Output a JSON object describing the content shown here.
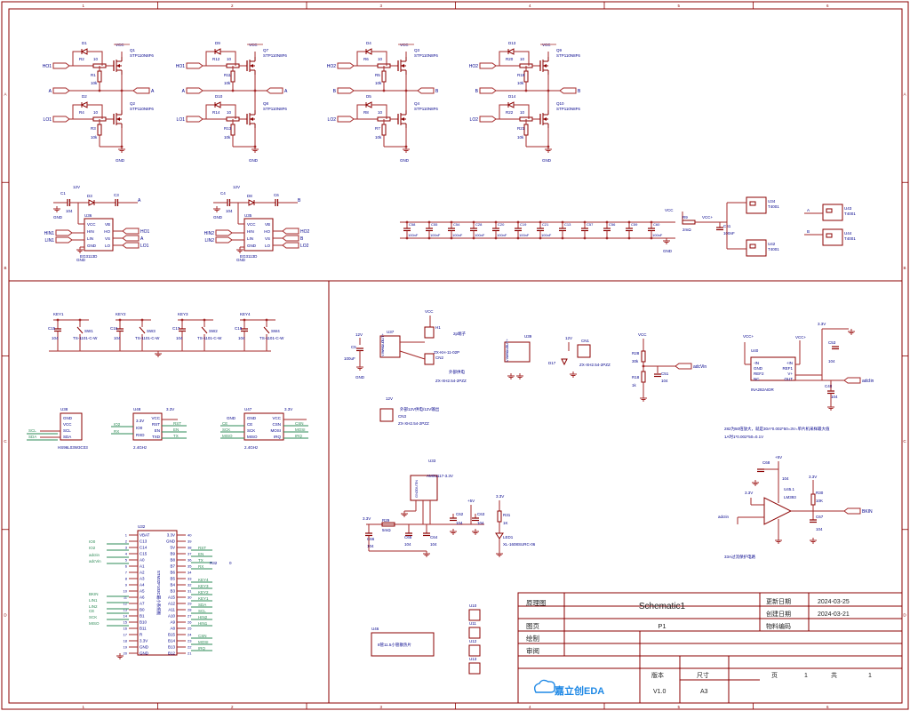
{
  "frame": {
    "cols": [
      "1",
      "2",
      "3",
      "4",
      "5",
      "6"
    ],
    "rows": [
      "A",
      "B",
      "C",
      "D"
    ]
  },
  "colors": {
    "wire": "#a52a2a",
    "part": "#8b0000",
    "text": "#00008b",
    "net": "#2e8b57",
    "frame": "#8b0000",
    "logo": "#1e88e5"
  },
  "bridge": [
    {
      "diode": "D1",
      "gate_r": "R2",
      "gate_r_val": "10",
      "pd_r": "R1",
      "pd_r_val": "10k",
      "mos": "Q1",
      "mos_part": "STP110N8F6",
      "in": "HO1",
      "mid": "A",
      "out": "A",
      "diode2": "D2",
      "gate_r2": "R4",
      "gate_r2_val": "10",
      "pd_r2": "R3",
      "pd_r2_val": "10k",
      "mos2": "Q2",
      "mos2_part": "STP110N8F6",
      "in2": "LO1"
    },
    {
      "diode": "D9",
      "gate_r": "R12",
      "gate_r_val": "10",
      "pd_r": "R11",
      "pd_r_val": "10k",
      "mos": "Q7",
      "mos_part": "STP110N8F6",
      "in": "HO1",
      "mid": "A",
      "out": "A",
      "diode2": "D10",
      "gate_r2": "R14",
      "gate_r2_val": "10",
      "pd_r2": "R13",
      "pd_r2_val": "10k",
      "mos2": "Q8",
      "mos2_part": "STP110N8F6",
      "in2": "LO1"
    },
    {
      "diode": "D4",
      "gate_r": "R6",
      "gate_r_val": "10",
      "pd_r": "R5",
      "pd_r_val": "10k",
      "mos": "Q3",
      "mos_part": "STP110N8F6",
      "in": "HO2",
      "mid": "B",
      "out": "B",
      "diode2": "D5",
      "gate_r2": "R8",
      "gate_r2_val": "10",
      "pd_r2": "R7",
      "pd_r2_val": "10k",
      "mos2": "Q4",
      "mos2_part": "STP110N8F6",
      "in2": "LO2"
    },
    {
      "diode": "D13",
      "gate_r": "R20",
      "gate_r_val": "10",
      "pd_r": "R19",
      "pd_r_val": "10k",
      "mos": "Q9",
      "mos_part": "STP110N8F6",
      "in": "HO2",
      "mid": "B",
      "out": "B",
      "diode2": "D14",
      "gate_r2": "R22",
      "gate_r2_val": "10",
      "pd_r2": "R21",
      "pd_r2_val": "10k",
      "mos2": "Q10",
      "mos2_part": "STP110N8F6",
      "in2": "LO2"
    }
  ],
  "labels": {
    "vcc": "VCC",
    "gnd": "GND",
    "v12": "12V",
    "v33": "3.3V",
    "v5": "+5V",
    "vccp": "VCC+",
    "adcvin": "adcVin",
    "adcin": "adcIin",
    "bkin": "BKIN"
  },
  "drivers": [
    {
      "ref": "U36",
      "part": "EG3113D",
      "d": "D3",
      "c1": "C1",
      "c1v": "104",
      "c2": "C3",
      "phase": "A",
      "pins_l": [
        "VCC",
        "HIN",
        "LIN",
        "GND"
      ],
      "pins_r": [
        "VB",
        "HO",
        "VS",
        "LO"
      ],
      "in": [
        "HIN1",
        "LIN1"
      ],
      "out": [
        "HO1",
        "A",
        "LO1"
      ]
    },
    {
      "ref": "U35",
      "part": "EG3113D",
      "d": "D8",
      "c1": "C4",
      "c1v": "104",
      "c2": "C6",
      "phase": "B",
      "pins_l": [
        "VCC",
        "HIN",
        "LIN",
        "GND"
      ],
      "pins_r": [
        "VB",
        "HO",
        "VS",
        "LO"
      ],
      "in": [
        "HIN2",
        "LIN2"
      ],
      "out": [
        "HO2",
        "B",
        "LO2"
      ]
    }
  ],
  "cap_bank": {
    "caps": [
      {
        "ref": "C58",
        "val": "100nF"
      },
      {
        "ref": "C55",
        "val": "100nF"
      },
      {
        "ref": "C54",
        "val": "100nF"
      },
      {
        "ref": "C28",
        "val": "100nF"
      },
      {
        "ref": "C20",
        "val": "100nF"
      },
      {
        "ref": "C19",
        "val": "100nF"
      },
      {
        "ref": "C21",
        "val": "100nF"
      },
      {
        "ref": "C13",
        "val": ""
      },
      {
        "ref": "C57",
        "val": ""
      },
      {
        "ref": "C56",
        "val": ""
      },
      {
        "ref": "C59",
        "val": ""
      },
      {
        "ref": "C60",
        "val": "100nF"
      }
    ],
    "r9": "R9",
    "r9v": "2mΩ",
    "c61": "C61",
    "c61v": "100nF",
    "terms": [
      {
        "ref": "U34",
        "part": "T4001"
      },
      {
        "ref": "U42",
        "part": "T4001"
      },
      {
        "ref": "U43",
        "part": "T4001"
      },
      {
        "ref": "U44",
        "part": "T4001"
      }
    ]
  },
  "keys": [
    {
      "net": "KEY1",
      "cap": "C15",
      "capv": "104",
      "sw": "SW1",
      "part": "TS-1101-C-W"
    },
    {
      "net": "KEY2",
      "cap": "C16",
      "capv": "104",
      "sw": "SW3",
      "part": "TS-1101-C-W"
    },
    {
      "net": "KEY3",
      "cap": "C17",
      "capv": "104",
      "sw": "SW2",
      "part": "TS-1101-C-W"
    },
    {
      "net": "KEY4",
      "cap": "C18",
      "capv": "104",
      "sw": "SW4",
      "part": "TS-1101-C-W"
    }
  ],
  "modules": [
    {
      "ref": "U38",
      "part": "HS96L03W3C03",
      "pins": [
        "GND",
        "VCC",
        "SCL",
        "SDA"
      ],
      "nets": [
        "SCL",
        "SDA"
      ]
    },
    {
      "ref": "U48",
      "part": "2.4GHz",
      "pins_l": [
        "3.3V",
        "IO0",
        "RXD"
      ],
      "pins_r": [
        "VCC",
        "RST",
        "EN",
        "TXD"
      ],
      "nets": [
        "RST",
        "EN",
        "TX"
      ],
      "nets_l": [
        "IO2",
        "RX"
      ]
    },
    {
      "ref": "U47",
      "part": "2.4GHz",
      "pins_l": [
        "GND",
        "CE",
        "SCK",
        "MISO"
      ],
      "pins_r": [
        "VCC",
        "CSN",
        "MOSI",
        "IRQ"
      ],
      "nets": [
        "CSN",
        "MOSI",
        "IRQ"
      ],
      "nets_l": [
        "CE",
        "SCK",
        "MISO"
      ]
    }
  ],
  "mcu": {
    "ref": "U32",
    "part": "STM32F103C最小系统板",
    "pins_l": [
      "VBAT",
      "C13",
      "C14",
      "C15",
      "A0",
      "A1",
      "A2",
      "A3",
      "A4",
      "A5",
      "A6",
      "A7",
      "B0",
      "B1",
      "B10",
      "B11",
      "R",
      "3.3V",
      "GND",
      "GND"
    ],
    "nums_l": [
      "1",
      "2",
      "3",
      "4",
      "5",
      "6",
      "7",
      "8",
      "9",
      "10",
      "11",
      "12",
      "13",
      "14",
      "15",
      "16",
      "17",
      "18",
      "19",
      "20"
    ],
    "pins_r": [
      "3.3V",
      "GND",
      "5V",
      "B9",
      "B8",
      "B7",
      "B6",
      "B5",
      "B4",
      "B3",
      "A15",
      "A12",
      "A11",
      "A10",
      "A9",
      "A8",
      "B15",
      "B14",
      "B13",
      "B12"
    ],
    "nums_r": [
      "40",
      "39",
      "38",
      "37",
      "36",
      "35",
      "34",
      "33",
      "32",
      "31",
      "30",
      "29",
      "28",
      "27",
      "26",
      "25",
      "24",
      "23",
      "22",
      "21"
    ],
    "nets_l": [
      "IO0",
      "IO2",
      "adcIin",
      "adcVin",
      "BKIN",
      "LIN1",
      "LIN2",
      "CE",
      "SCK",
      "MISO"
    ],
    "nets_r": [
      "RST",
      "EN",
      "TX",
      "RX",
      "KEY4",
      "KEY3",
      "KEY2",
      "KEY1",
      "SDA",
      "SCL",
      "HIN2",
      "HIN1",
      "CSN",
      "MOSI",
      "IRQ"
    ],
    "r": "R32",
    "rv": "0"
  },
  "power": {
    "u37": "U37",
    "u39": "U39",
    "pins": [
      "OUT+",
      "OUT-",
      "VIN-",
      "VIN+"
    ],
    "h1": "H1",
    "h1_note": "2p端子",
    "cn2": "CN2",
    "cn2_part": "ZX-XH2.54-2PZZ",
    "cn2_note": "外部供电",
    "cn2b": "ZX-KH-11-02P",
    "cn3": "CN3",
    "cn3_part": "ZX-XH2.54-2PZZ",
    "cn3_note": "外部12V供电/12V输出",
    "cn1": "CN1",
    "cn1_part": "ZX-XH2.54-2PZZ",
    "d17": "D17",
    "c5": "C5",
    "c5v": "100uF"
  },
  "sense": {
    "r28": "R28",
    "r28v": "30k",
    "r18": "R18",
    "r18v": "1k",
    "c51": "C51",
    "c51v": "104",
    "ina": "U40",
    "ina_part": "INA282AIDR",
    "ina_pins_l": [
      "-IN",
      "GND",
      "REF2",
      "NC"
    ],
    "ina_pins_r": [
      "+IN",
      "REF1",
      "V+",
      "OUT"
    ],
    "c53": "C53",
    "c53v": "104",
    "c48": "C48",
    "c48v": "104",
    "note1": "282为50倍放大，就是30A*0.002*50=3V=单片机采样最大值",
    "note2": "1A时1*0.002*50=0.1V"
  },
  "reg": {
    "ref": "U33",
    "part": "AMS1117-3.3V",
    "pins": [
      "GND",
      "OUT",
      "IN"
    ],
    "r29": "R29",
    "r29v": "5mΩ",
    "c66": "C66",
    "c66v": "104",
    "c65": "C65",
    "c65v": "104",
    "c64": "C64",
    "c64v": "104",
    "c62": "C62",
    "c62v": "104",
    "c63": "C63",
    "c63v": "104",
    "r31": "R31",
    "r31v": "1K",
    "led": "LED1",
    "led_part": "XL-1608SURC-06"
  },
  "comp": {
    "c68": "C68",
    "c68v": "104",
    "ref": "U45.1",
    "part": "LM393",
    "r30": "R30",
    "r30v": "10K",
    "c67": "C67",
    "c67v": "104",
    "note": "33A过流保护电路"
  },
  "misc": {
    "u46": "U46",
    "u46_note": "8管11.5小管散热片",
    "mounts": [
      "U10",
      "U11",
      "U12",
      "U13"
    ]
  },
  "title_block": {
    "lbl_drawing": "原理图",
    "name": "Schematic1",
    "lbl_update": "更新日期",
    "update": "2024-03-25",
    "lbl_page": "图页",
    "page": "P1",
    "lbl_create": "创建日期",
    "create": "2024-03-21",
    "lbl_part": "物料编码",
    "lbl_draw": "绘制",
    "lbl_review": "审阅",
    "lbl_ver": "版本",
    "lbl_size": "尺寸",
    "lbl_sheet": "页",
    "sheet": "1",
    "lbl_total": "共",
    "total": "1",
    "ver": "V1.0",
    "size": "A3",
    "logo": "嘉立创EDA"
  }
}
